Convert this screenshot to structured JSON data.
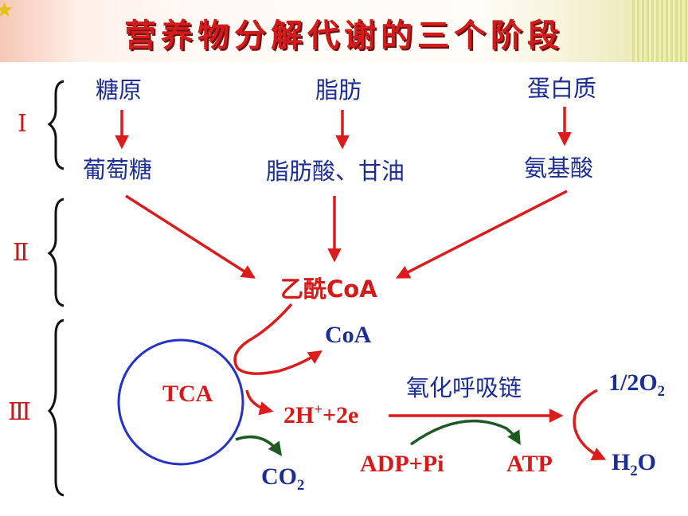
{
  "title": "营养物分解代谢的三个阶段",
  "stages": {
    "stage1": "Ⅰ",
    "stage2": "Ⅱ",
    "stage3": "Ⅲ"
  },
  "sources": {
    "glycogen": "糖原",
    "fat": "脂肪",
    "protein": "蛋白质"
  },
  "products": {
    "glucose": "葡萄糖",
    "fatty_acid_glycerol": "脂肪酸、甘油",
    "amino_acid": "氨基酸"
  },
  "acetyl_coa": "乙酰CoA",
  "coa": "CoA",
  "tca": "TCA",
  "h_electrons": {
    "base": "2H",
    "sup": "+",
    "rest": "+2e"
  },
  "respiratory_chain": "氧化呼吸链",
  "oxygen": {
    "prefix": "1/2O",
    "sub": "2"
  },
  "water": {
    "prefix": "H",
    "sub": "2",
    "suffix": "O"
  },
  "co2": {
    "prefix": "CO",
    "sub": "2"
  },
  "adp_pi": "ADP+Pi",
  "atp": "ATP",
  "colors": {
    "title_red": "#d41b1b",
    "text_blue": "#1c2e96",
    "arrow_red": "#dc1c1c",
    "arrow_green": "#1c5a22",
    "circle_blue": "#2432c8"
  }
}
